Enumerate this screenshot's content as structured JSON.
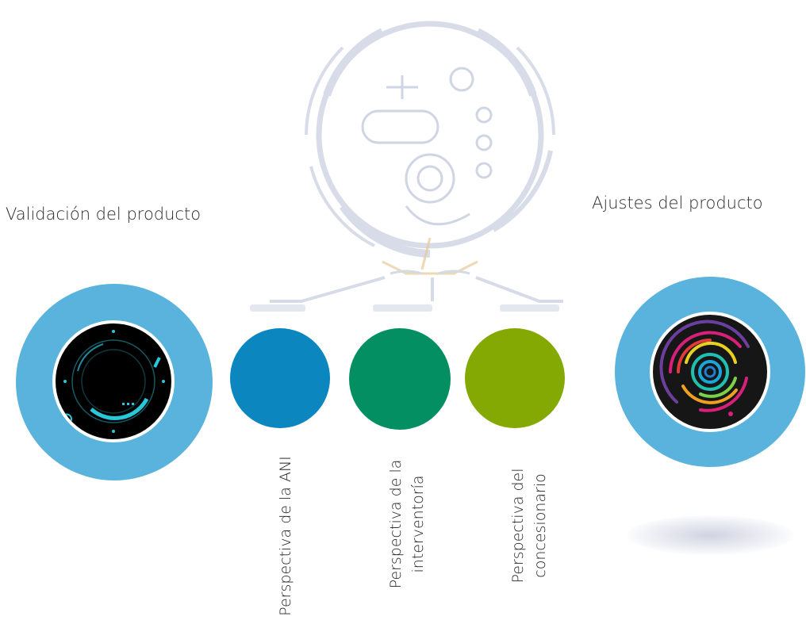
{
  "headings": {
    "left": "Validación del producto",
    "right": "Ajustes del producto"
  },
  "perspectives": [
    {
      "label": "Perspectiva de la ANI",
      "color": "#0b86bf"
    },
    {
      "label": "Perspectiva de la interventoría",
      "line1": "Perspectiva de la",
      "line2": "interventoría",
      "color": "#048f63"
    },
    {
      "label": "Perspectiva del concesionario",
      "line1": "Perspectiva del",
      "line2": "concesionario",
      "color": "#85a903"
    }
  ],
  "colors": {
    "ring": "#5ab3dc",
    "hud_cyan": "#28c8d8"
  },
  "icons": {
    "top": "faded-hud-circle-icon",
    "left_inner": "hud-dial-icon",
    "right_inner": "concentric-rainbow-rings-icon"
  }
}
